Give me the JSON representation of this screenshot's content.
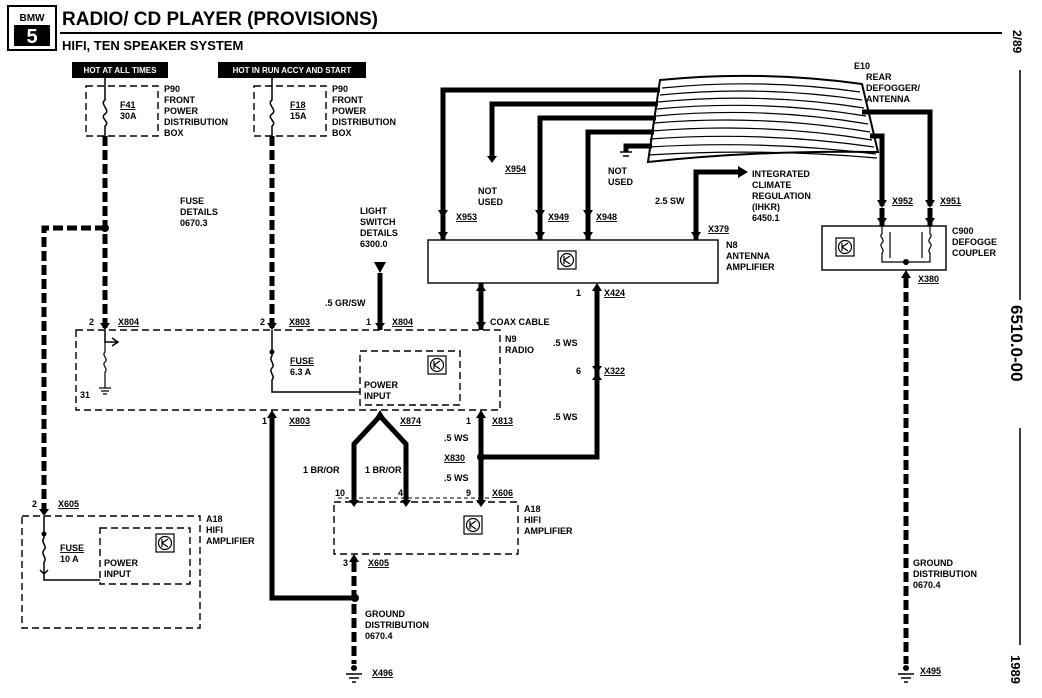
{
  "header": {
    "logo": "BMW",
    "logo_num": "5",
    "title": "RADIO/ CD PLAYER (PROVISIONS)",
    "subtitle": "HIFI, TEN SPEAKER SYSTEM"
  },
  "side": {
    "page": "2/89",
    "code": "6510.0-00",
    "year": "1989"
  },
  "hot_labels": {
    "always": "HOT AT ALL TIMES",
    "run": "HOT IN RUN ACCY AND START"
  },
  "fuses": {
    "f41": {
      "ref": "P90",
      "name": "F41",
      "amp": "30A",
      "desc": [
        "FRONT",
        "POWER",
        "DISTRIBUTION",
        "BOX"
      ]
    },
    "f18": {
      "ref": "P90",
      "name": "F18",
      "amp": "15A",
      "desc": [
        "FRONT",
        "POWER",
        "DISTRIBUTION",
        "BOX"
      ]
    }
  },
  "notes": {
    "fuse_details": [
      "FUSE",
      "DETAILS",
      "0670.3"
    ],
    "light_switch": [
      "LIGHT",
      "SWITCH",
      "DETAILS",
      "6300.0"
    ],
    "not_used_1": [
      "NOT",
      "USED"
    ],
    "not_used_2": [
      "NOT",
      "USED"
    ],
    "ihkr": [
      "INTEGRATED",
      "CLIMATE",
      "REGULATION",
      "(IHKR)",
      "6450.1"
    ],
    "ground_1": [
      "GROUND",
      "DISTRIBUTION",
      "0670.4"
    ],
    "ground_2": [
      "GROUND",
      "DISTRIBUTION",
      "0670.4"
    ],
    "coax": "COAX CABLE"
  },
  "components": {
    "e10": [
      "E10",
      "REAR",
      "DEFOGGER/",
      "ANTENNA"
    ],
    "n8": [
      "N8",
      "ANTENNA",
      "AMPLIFIER"
    ],
    "n9": [
      "N9",
      "RADIO"
    ],
    "c900": [
      "C900",
      "DEFOGGE",
      "COUPLER"
    ],
    "a18a": [
      "A18",
      "HIFI",
      "AMPLIFIER"
    ],
    "a18b": [
      "A18",
      "HIFI",
      "AMPLIFIER"
    ],
    "radio_fuse": [
      "FUSE",
      "6.3 A"
    ],
    "amp_fuse": [
      "FUSE",
      "10 A"
    ],
    "power_input_1": [
      "POWER",
      "INPUT"
    ],
    "power_input_2": [
      "POWER",
      "INPUT"
    ]
  },
  "connectors": {
    "x804a": "X804",
    "x803a": "X803",
    "x804b": "X804",
    "x803b": "X803",
    "x874": "X874",
    "x813": "X813",
    "x830": "X830",
    "x606": "X606",
    "x605a": "X605",
    "x605b": "X605",
    "x496": "X496",
    "x495": "X495",
    "x380": "X380",
    "x953": "X953",
    "x954": "X954",
    "x949": "X949",
    "x948": "X948",
    "x379": "X379",
    "x424": "X424",
    "x322": "X322",
    "x952": "X952",
    "x951": "X951"
  },
  "wires": {
    "gr_sw": ".5 GR/SW",
    "sw25": "2.5 SW",
    "ws1": ".5 WS",
    "ws2": ".5 WS",
    "ws3": ".5 WS",
    "ws4": ".5 WS",
    "br_or_1": "1 BR/OR",
    "br_or_2": "1 BR/OR"
  },
  "pins": {
    "p2a": "2",
    "p2b": "2",
    "p1a": "1",
    "p31": "31",
    "p1b": "1",
    "p1c": "1",
    "p1d": "1",
    "p6": "6",
    "p10": "10",
    "p4": "4",
    "p9": "9",
    "p2c": "2",
    "p3": "3"
  }
}
